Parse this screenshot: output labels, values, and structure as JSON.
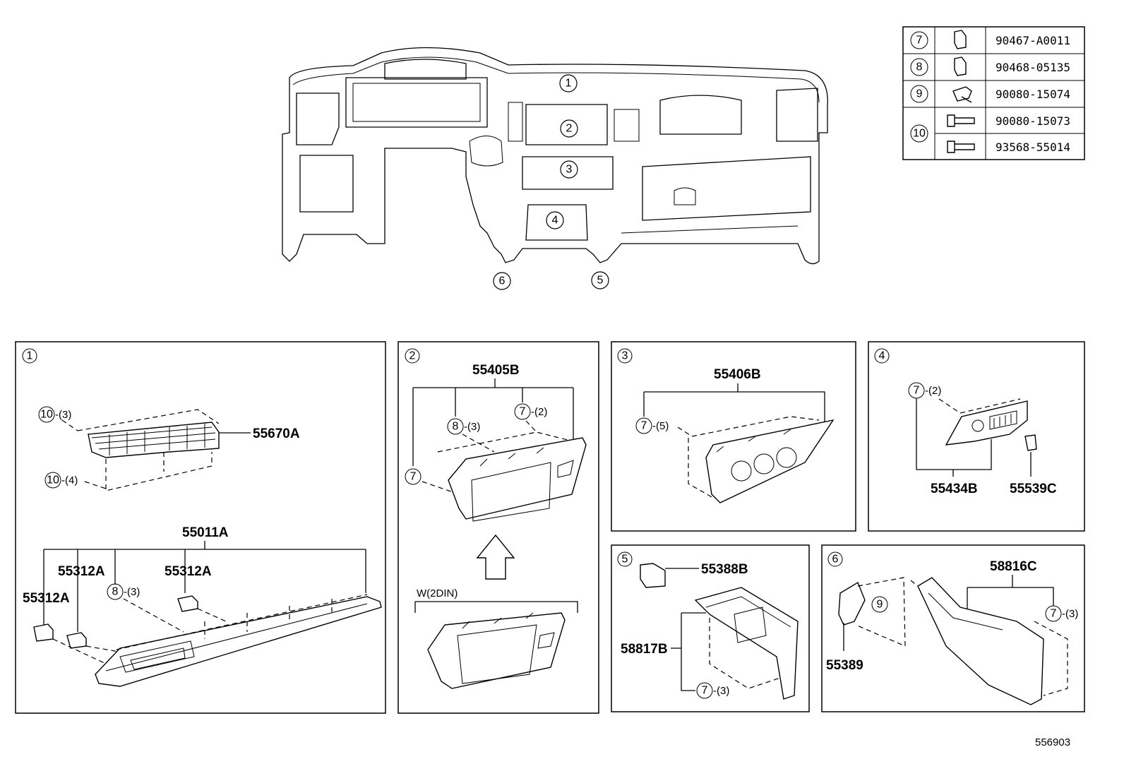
{
  "diagram_id": "556903",
  "fastener_table": [
    {
      "ref": "7",
      "icon": "clip-icon",
      "part": "90467-A0011"
    },
    {
      "ref": "8",
      "icon": "clip-icon",
      "part": "90468-05135"
    },
    {
      "ref": "9",
      "icon": "rivet-icon",
      "part": "90080-15074"
    },
    {
      "ref": "10",
      "icon": "screw-icon",
      "part": "90080-15073"
    },
    {
      "ref": "10",
      "icon": "screw-icon",
      "part": "93568-55014"
    }
  ],
  "main_callouts": [
    "1",
    "2",
    "3",
    "4",
    "5",
    "6"
  ],
  "panel1": {
    "num": "1",
    "p55670A": "55670A",
    "p55011A": "55011A",
    "p55312A_a": "55312A",
    "p55312A_b": "55312A",
    "p55312A_c": "55312A",
    "r10a": "10",
    "q10a": "-(3)",
    "r10b": "10",
    "q10b": "-(4)",
    "r8": "8",
    "q8": "-(3)"
  },
  "panel2": {
    "num": "2",
    "p55405B": "55405B",
    "r8": "8",
    "q8": "-(3)",
    "r7a": "7",
    "q7a": "-(2)",
    "r7b": "7",
    "variant": "W(2DIN)"
  },
  "panel3": {
    "num": "3",
    "p55406B": "55406B",
    "r7": "7",
    "q7": "-(5)"
  },
  "panel4": {
    "num": "4",
    "r7": "7",
    "q7": "-(2)",
    "p55434B": "55434B",
    "p55539C": "55539C"
  },
  "panel5": {
    "num": "5",
    "p55388B": "55388B",
    "p58817B": "58817B",
    "r7": "7",
    "q7": "-(3)"
  },
  "panel6": {
    "num": "6",
    "p58816C": "58816C",
    "r9": "9",
    "r7": "7",
    "q7": "-(3)",
    "p55389": "55389"
  }
}
